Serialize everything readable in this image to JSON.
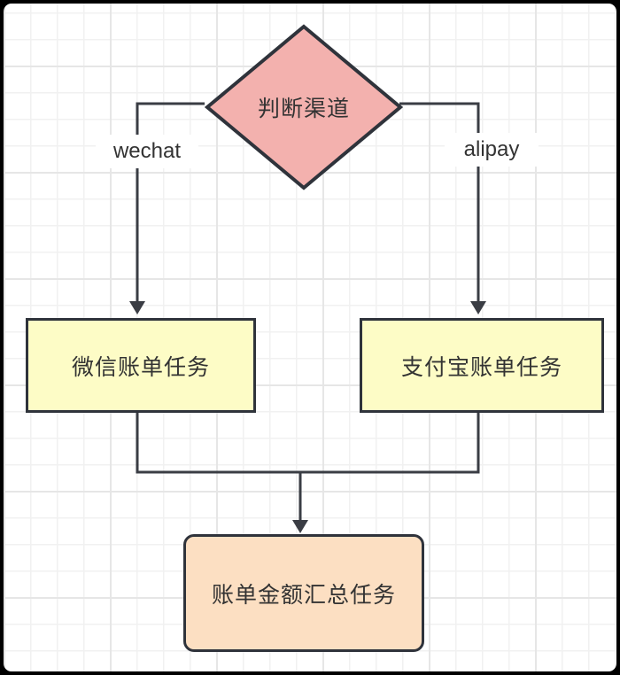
{
  "diagram": {
    "nodes": [
      {
        "id": "decision",
        "type": "diamond",
        "label": "判断渠道",
        "fill": "#f3b1ae",
        "stroke": "#2f333b"
      },
      {
        "id": "wechat-task",
        "type": "rectangle",
        "label": "微信账单任务",
        "fill": "#fdfcc6",
        "stroke": "#2f333b"
      },
      {
        "id": "alipay-task",
        "type": "rectangle",
        "label": "支付宝账单任务",
        "fill": "#fdfcc6",
        "stroke": "#2f333b"
      },
      {
        "id": "summary-task",
        "type": "rounded-rect",
        "label": "账单金额汇总任务",
        "fill": "#fcdfc2",
        "stroke": "#2f333b"
      }
    ],
    "edges": [
      {
        "from": "decision",
        "to": "wechat-task",
        "label": "wechat"
      },
      {
        "from": "decision",
        "to": "alipay-task",
        "label": "alipay"
      },
      {
        "from": "wechat-task",
        "to": "summary-task",
        "label": ""
      },
      {
        "from": "alipay-task",
        "to": "summary-task",
        "label": ""
      }
    ],
    "colors": {
      "connector": "#3a3d44",
      "text": "#333333",
      "canvas_background": "#ffffff",
      "grid_minor": "#f1f1f1",
      "grid_major": "#e6e6e6",
      "frame": "#000000"
    }
  }
}
